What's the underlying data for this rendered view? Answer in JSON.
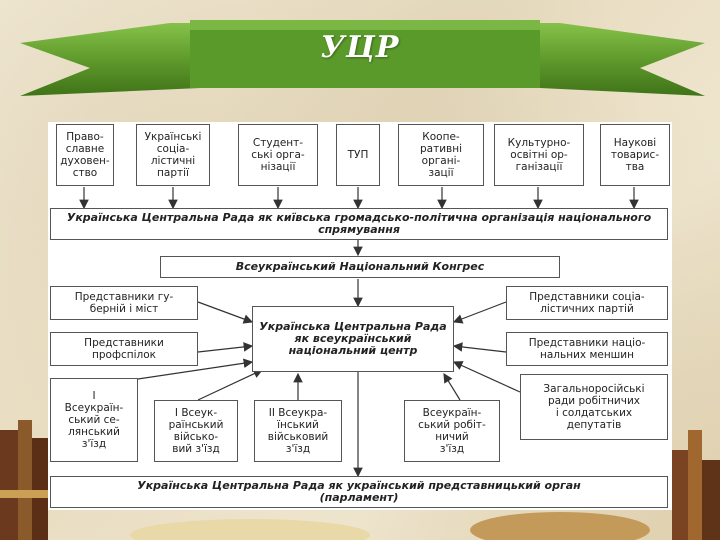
{
  "slide": {
    "title": "УЦР"
  },
  "diagram": {
    "top_row": [
      "Право-\nславне\nдуховен-\nство",
      "Українські\nсоціа-\nлістичні\nпартії",
      "Студент-\nські орга-\nнізації",
      "ТУП",
      "Коопе-\nративні\nоргані-\nзації",
      "Культурно-\nосвітні ор-\nганізації",
      "Наукові\nтоварис-\nтва"
    ],
    "rada_description": "Українська Центральна Рада як київська громадсько-політична організація національного спрямування",
    "national_congress": "Всеукраїнський Національний Конгрес",
    "center": "Українська Центральна Рада\nяк всеукраїнський національний центр",
    "left_side": [
      "Представники гу-\nберній і міст",
      "Представники\nпрофспілок"
    ],
    "right_side": [
      "Представники соціа-\nлістичних партій",
      "Представники націо-\nнальних меншин",
      "Загальноросійські\nради робітничих\nі солдатських\nдепутатів"
    ],
    "bottom_row": [
      "I\nВсеукраїн-\nський се-\nлянський\nз'їзд",
      "I Всеук-\nраїнський\nвійсько-\nвий з'їзд",
      "II Всеукра-\nїнський\nвійськовий\nз'їзд",
      "Всеукраїн-\nський робіт-\nничий\nз'їзд"
    ],
    "parliament": "Українська Центральна Рада як український представницький орган\n(парламент)"
  }
}
